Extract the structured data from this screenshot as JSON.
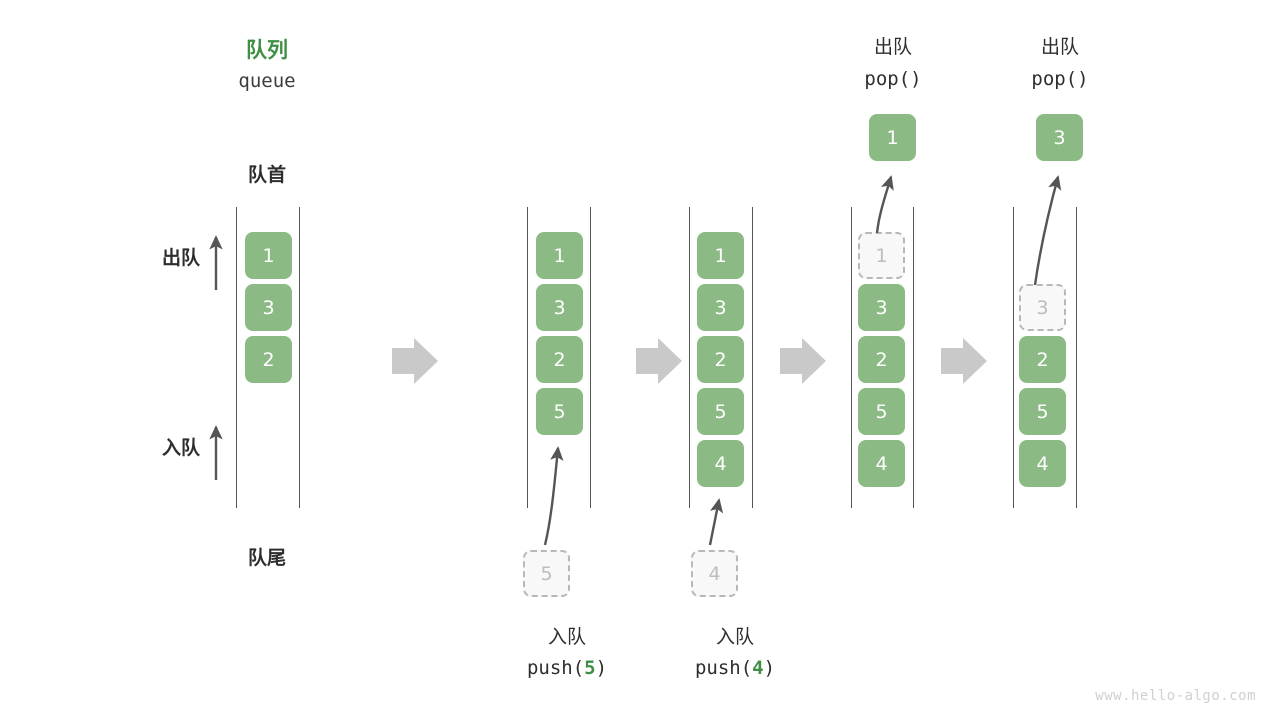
{
  "diagram": {
    "title_cn": "队列",
    "title_en": "queue",
    "front_label": "队首",
    "rear_label": "队尾",
    "dequeue_label": "出队",
    "enqueue_label": "入队",
    "watermark": "www.hello-algo.com",
    "colors": {
      "accent_green": "#3f8f45",
      "cell_green": "#8cba84",
      "rail_gray": "#555555",
      "arrow_gray": "#c9c9c9",
      "ghost_gray": "#b8b8b8",
      "text_dark": "#2e2e2e"
    }
  },
  "steps": [
    {
      "id": "initial",
      "caption_cn": "",
      "caption_code": "",
      "cells": [
        "1",
        "3",
        "2"
      ],
      "ghost_index": -1,
      "incoming": null,
      "popped": null
    },
    {
      "id": "push-5",
      "caption_cn": "入队",
      "caption_code_prefix": "push(",
      "caption_code_value": "5",
      "caption_code_suffix": ")",
      "cells": [
        "1",
        "3",
        "2",
        "5"
      ],
      "ghost_index": -1,
      "incoming": "5",
      "popped": null
    },
    {
      "id": "push-4",
      "caption_cn": "入队",
      "caption_code_prefix": "push(",
      "caption_code_value": "4",
      "caption_code_suffix": ")",
      "cells": [
        "1",
        "3",
        "2",
        "5",
        "4"
      ],
      "ghost_index": -1,
      "incoming": "4",
      "popped": null
    },
    {
      "id": "pop-1",
      "header_cn": "出队",
      "header_code": "pop()",
      "cells": [
        "1",
        "3",
        "2",
        "5",
        "4"
      ],
      "ghost_index": 0,
      "incoming": null,
      "popped": "1"
    },
    {
      "id": "pop-3",
      "header_cn": "出队",
      "header_code": "pop()",
      "cells": [
        "",
        "3",
        "2",
        "5",
        "4"
      ],
      "ghost_index": 1,
      "incoming": null,
      "popped": "3"
    }
  ],
  "flow_arrows": 4
}
